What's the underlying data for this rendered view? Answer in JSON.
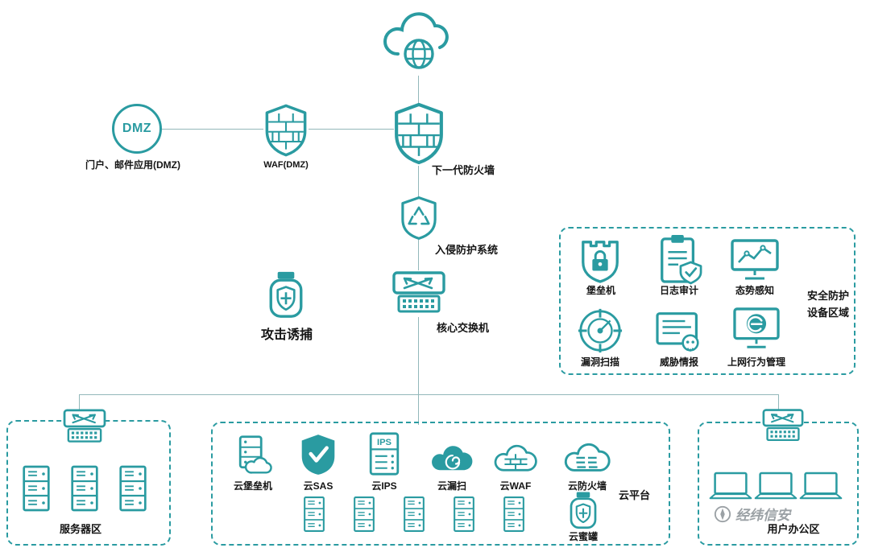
{
  "colors": {
    "accent": "#2a9ba1",
    "line": "#93b8ba",
    "text": "#1a1a1a",
    "watermark": "#8a9196"
  },
  "internet": {
    "icon": "cloud-globe-icon"
  },
  "dmz": {
    "badge": "DMZ",
    "caption": "门户、邮件应用(DMZ)",
    "icon": "dmz-circle"
  },
  "waf": {
    "caption": "WAF(DMZ)",
    "icon": "brick-shield-icon"
  },
  "ngfw": {
    "caption": "下一代防火墙",
    "icon": "brick-shield-icon"
  },
  "ips": {
    "caption": "入侵防护系统",
    "icon": "recycle-shield-icon"
  },
  "honeypot": {
    "caption": "攻击诱捕",
    "icon": "honeypot-jar-icon"
  },
  "core_switch": {
    "caption": "核心交换机",
    "icon": "switch-icon"
  },
  "security_zone": {
    "title_line1": "安全防护",
    "title_line2": "设备区域",
    "items": [
      {
        "label": "堡垒机",
        "icon": "bastion-shield-lock-icon"
      },
      {
        "label": "日志审计",
        "icon": "clipboard-shield-icon"
      },
      {
        "label": "态势感知",
        "icon": "monitor-chart-icon"
      },
      {
        "label": "漏洞扫描",
        "icon": "radar-target-icon"
      },
      {
        "label": "威胁情报",
        "icon": "document-skull-icon"
      },
      {
        "label": "上网行为管理",
        "icon": "monitor-e-icon"
      }
    ]
  },
  "server_zone": {
    "caption": "服务器区",
    "switch_icon": "switch-icon",
    "rack_count": 3
  },
  "cloud_zone": {
    "caption": "云平台",
    "items": [
      {
        "label": "云堡垒机",
        "icon": "cloud-server-icon"
      },
      {
        "label": "云SAS",
        "icon": "shield-check-icon"
      },
      {
        "label": "云IPS",
        "icon": "ips-server-icon"
      },
      {
        "label": "云漏扫",
        "icon": "cloud-swirl-icon"
      },
      {
        "label": "云WAF",
        "icon": "cloud-brick-icon"
      },
      {
        "label": "云防火墙",
        "icon": "cloud-lines-icon"
      }
    ],
    "ips_icon_text": "IPS",
    "honeypot_caption": "云蜜罐",
    "rack_count": 5
  },
  "office_zone": {
    "caption": "用户办公区",
    "switch_icon": "switch-icon",
    "laptop_count": 3
  },
  "watermark": {
    "text": "经纬信安",
    "icon": "compass-logo-icon"
  }
}
